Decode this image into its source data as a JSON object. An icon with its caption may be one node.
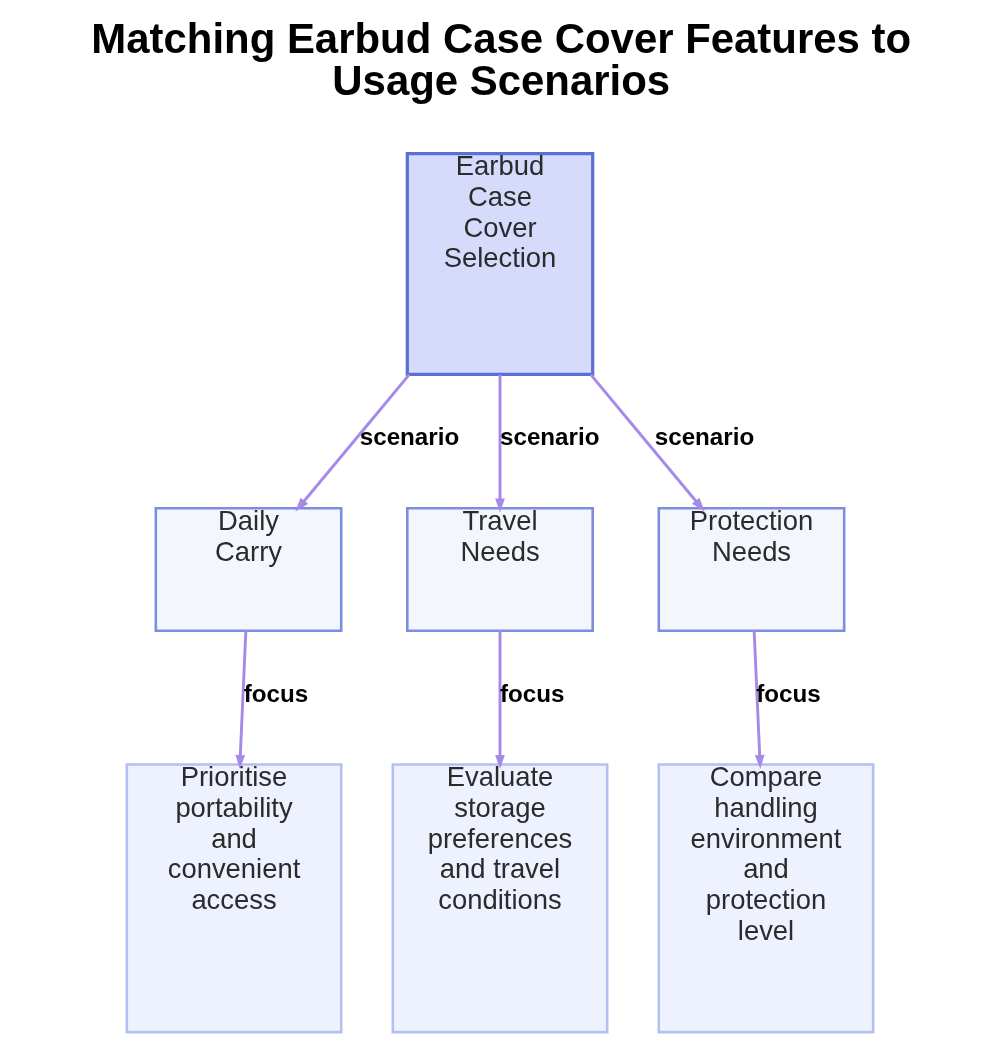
{
  "diagram": {
    "title": "Matching Earbud Case Cover Features to Usage Scenarios",
    "nodes": [
      {
        "text": [
          "Earbud Case Cover Selection"
        ]
      },
      {
        "text": [
          "Daily Carry"
        ]
      },
      {
        "text": [
          "Travel Needs"
        ]
      },
      {
        "text": [
          "Protection Needs"
        ]
      },
      {
        "text": [
          "Prioritise portability and convenient access"
        ]
      },
      {
        "text": [
          "Evaluate storage preferences and travel conditions"
        ]
      },
      {
        "text": [
          "Compare handling environment and protection level"
        ]
      }
    ],
    "edges": [
      {
        "from": 0,
        "to": 1,
        "arrow": "to",
        "label": "scenario"
      },
      {
        "from": 0,
        "to": 2,
        "arrow": "to",
        "label": "scenario"
      },
      {
        "from": 0,
        "to": 3,
        "arrow": "to",
        "label": "scenario"
      },
      {
        "from": 1,
        "to": 4,
        "arrow": "to",
        "label": "focus"
      },
      {
        "from": 2,
        "to": 5,
        "arrow": "to",
        "label": "focus"
      },
      {
        "from": 3,
        "to": 6,
        "arrow": "to",
        "label": "focus"
      }
    ]
  }
}
